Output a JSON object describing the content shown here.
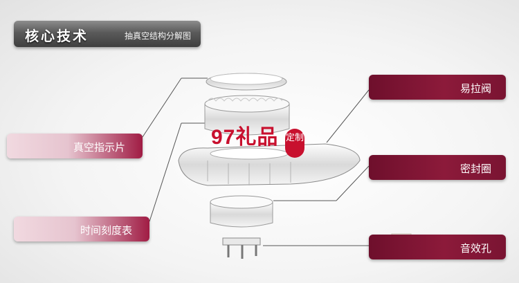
{
  "header": {
    "title": "核心技术",
    "subtitle": "抽真空结构分解图"
  },
  "parts": {
    "vacuum_indicator": "真空指示片",
    "time_scale": "时间刻度表",
    "easy_pull_valve": "易拉阀",
    "seal_ring": "密封圈",
    "sound_hole": "音效孔"
  },
  "watermark": {
    "text": "97礼品",
    "seal": "定制"
  },
  "colors": {
    "brand": "#8c1a3a",
    "accent": "#c8102e"
  }
}
